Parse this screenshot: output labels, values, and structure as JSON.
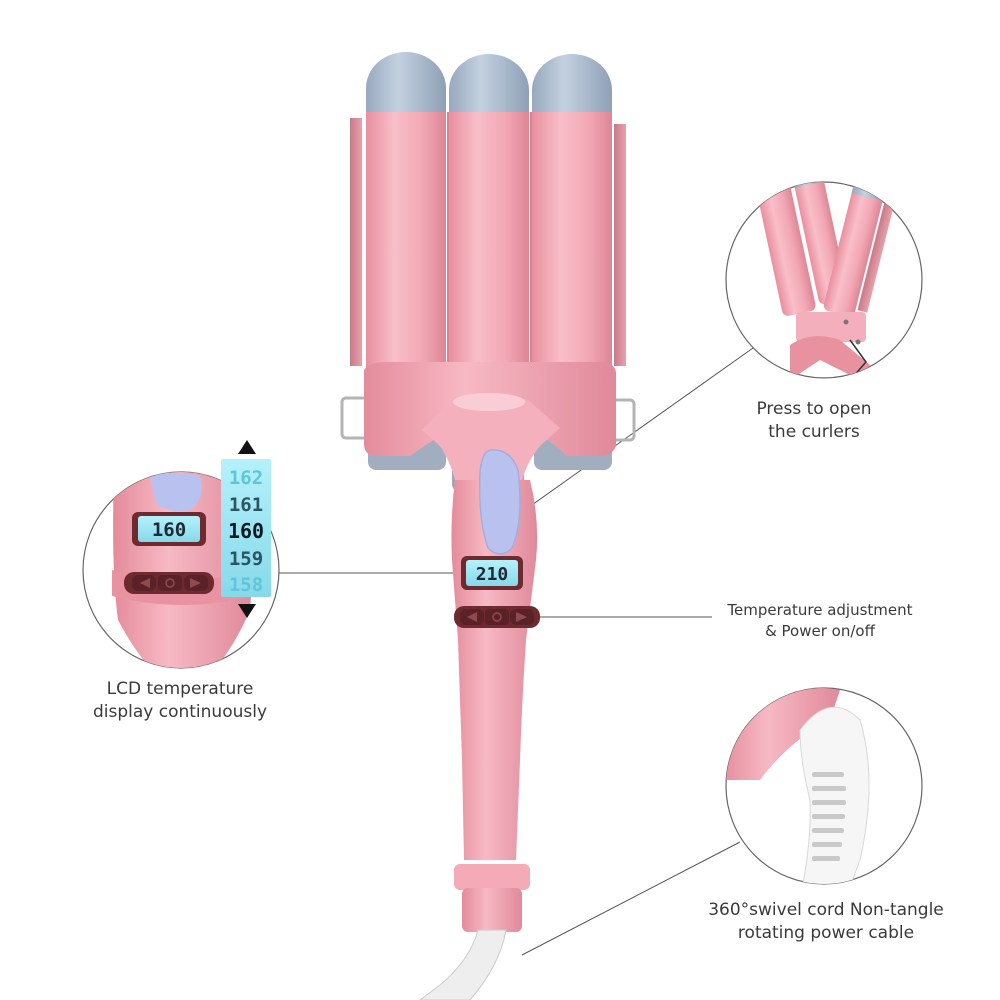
{
  "product": {
    "name": "3-barrel hair waver (pink)",
    "main_display": "210",
    "colors": {
      "body_pink": "#f2a9b6",
      "body_pink_dark": "#d98a98",
      "cap_blue_gray": "#aebfd3",
      "lever_lavender": "#b9c2ef",
      "lcd_cyan": "#9fe7f3",
      "button_strip": "#6e2b2f"
    }
  },
  "callouts": {
    "press_to_open": {
      "line1": "Press to open",
      "line2": "the curlers"
    },
    "lcd_display": {
      "line1": "LCD temperature",
      "line2": "display continuously",
      "zoom_display": "160",
      "scale_values": [
        "162",
        "161",
        "160",
        "159",
        "158"
      ],
      "selected": "160"
    },
    "temperature": {
      "line1": "Temperature adjustment",
      "line2": "&  Power on/off"
    },
    "swivel_cord": {
      "line1": "360°swivel cord Non-tangle",
      "line2": "rotating power cable"
    }
  }
}
